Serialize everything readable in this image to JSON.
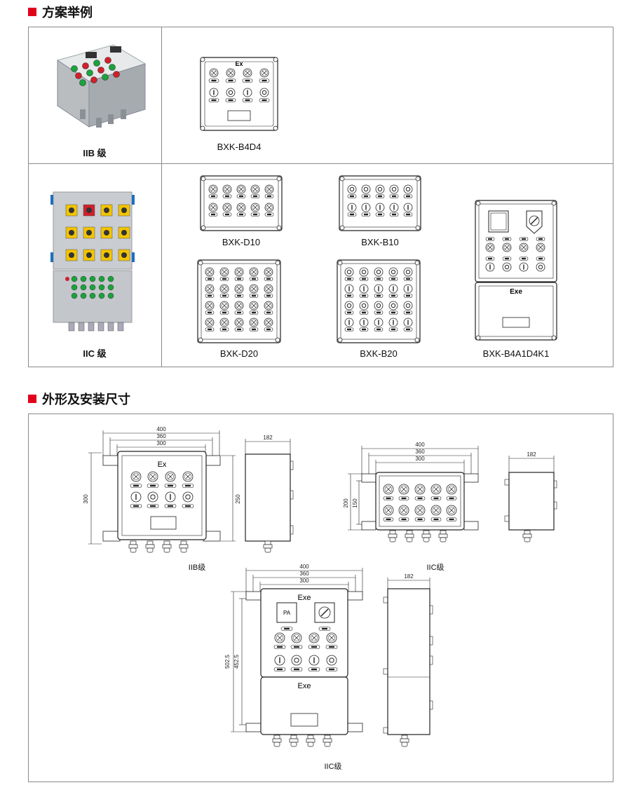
{
  "section1": {
    "title": "方案举例"
  },
  "section2": {
    "title": "外形及安装尺寸"
  },
  "examples": {
    "row1": {
      "grade": "IIB 级",
      "models": [
        "BXK-B4D4"
      ]
    },
    "row2": {
      "grade": "IIC 级",
      "models": [
        "BXK-D10",
        "BXK-B10",
        "BXK-B4A1D4K1",
        "BXK-D20",
        "BXK-B20"
      ]
    },
    "marks": {
      "ex": "Ex",
      "exe": "Exe"
    }
  },
  "dimensions": {
    "iib": {
      "label": "IIB级",
      "w400": "400",
      "w360": "360",
      "w300": "300",
      "h300": "300",
      "h250": "250",
      "depth": "182",
      "mark": "Ex"
    },
    "iic_small": {
      "label": "IIC级",
      "w400": "400",
      "w360": "360",
      "w300": "300",
      "h200": "200",
      "h150": "150",
      "depth": "182"
    },
    "iic_tall": {
      "label": "IIC级",
      "w400": "400",
      "w360": "360",
      "w300": "300",
      "h502": "502.5",
      "h452": "452.5",
      "depth": "182",
      "mark_top": "Exe",
      "mark_bottom": "Exe",
      "pa": "PA"
    }
  },
  "colors": {
    "accent": "#e2001a",
    "border": "#8a8a8a",
    "box_gray": "#cfd3d6",
    "button_yellow": "#f2c400",
    "button_green": "#1aa33c",
    "button_red": "#d0202a"
  }
}
